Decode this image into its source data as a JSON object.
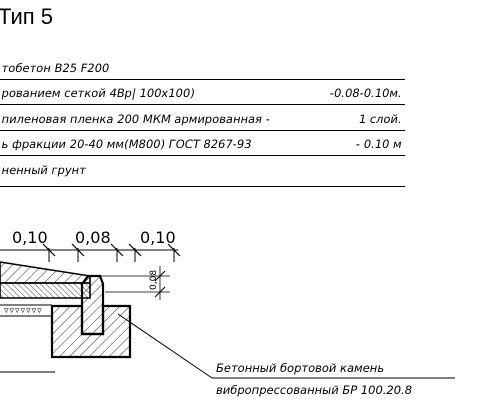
{
  "section_title": "Тип 5",
  "layers": [
    {
      "text": "тобетон В25 F200",
      "value": ""
    },
    {
      "text": "рованием сеткой 4Вр| 100х100)",
      "value": "-0.08-0.10м."
    },
    {
      "text": "пиленовая пленка 200 МКМ армированная -",
      "value": "1 слой."
    },
    {
      "text": "ь фракции 20-40 мм(М800) ГОСТ 8267-93",
      "value": "- 0.10 м"
    },
    {
      "text": "ненный грунт",
      "value": ""
    }
  ],
  "dimensions": {
    "dim_left": "0,10",
    "dim_mid": "0,08",
    "dim_right": "0,10",
    "dim_vertical": "0,08"
  },
  "callout": {
    "line1": "Бетонный бортовой камень",
    "line2": "вибропрессованный БР 100.20.8"
  }
}
